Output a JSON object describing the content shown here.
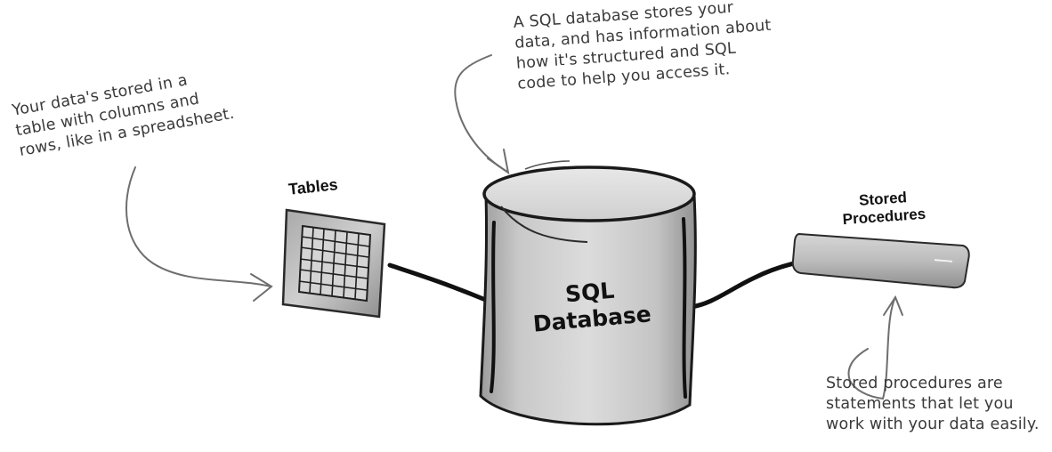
{
  "notes": {
    "database": [
      "A SQL database stores your",
      "data, and has information about",
      "how it's structured and SQL",
      "code to help you access it."
    ],
    "tables": [
      "Your data's stored in a",
      "table with columns and",
      "rows, like in a spreadsheet."
    ],
    "procedures": [
      "Stored procedures are",
      "statements that let you",
      "work with your data easily."
    ]
  },
  "labels": {
    "tables": "Tables",
    "procedures": [
      "Stored",
      "Procedures"
    ],
    "database": [
      "SQL",
      "Database"
    ]
  }
}
